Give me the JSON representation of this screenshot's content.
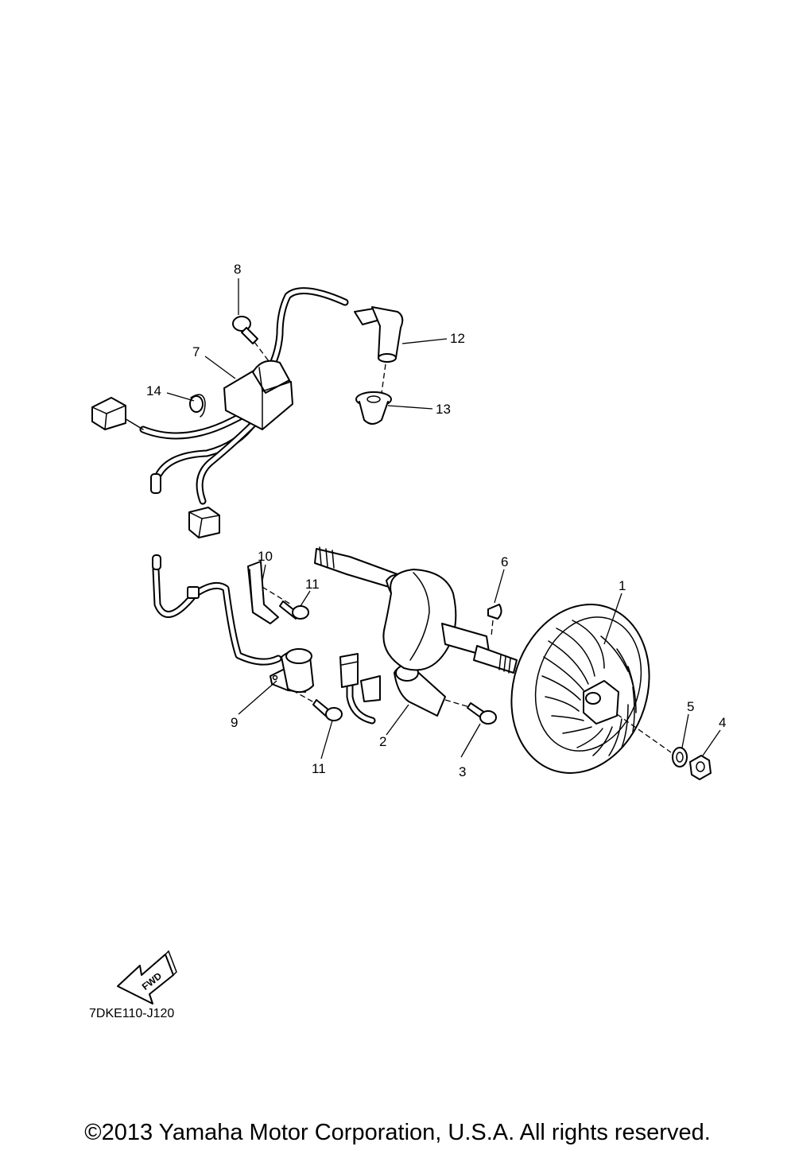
{
  "callouts": {
    "c1": "1",
    "c2": "2",
    "c3": "3",
    "c4": "4",
    "c5": "5",
    "c6": "6",
    "c7": "7",
    "c8": "8",
    "c9": "9",
    "c10": "10",
    "c11a": "11",
    "c11b": "11",
    "c12": "12",
    "c13": "13",
    "c14": "14"
  },
  "fwd_arrow": {
    "label": "FWD"
  },
  "reference_code": "7DKE110-J120",
  "copyright": "©2013 Yamaha Motor Corporation, U.S.A. All rights reserved."
}
